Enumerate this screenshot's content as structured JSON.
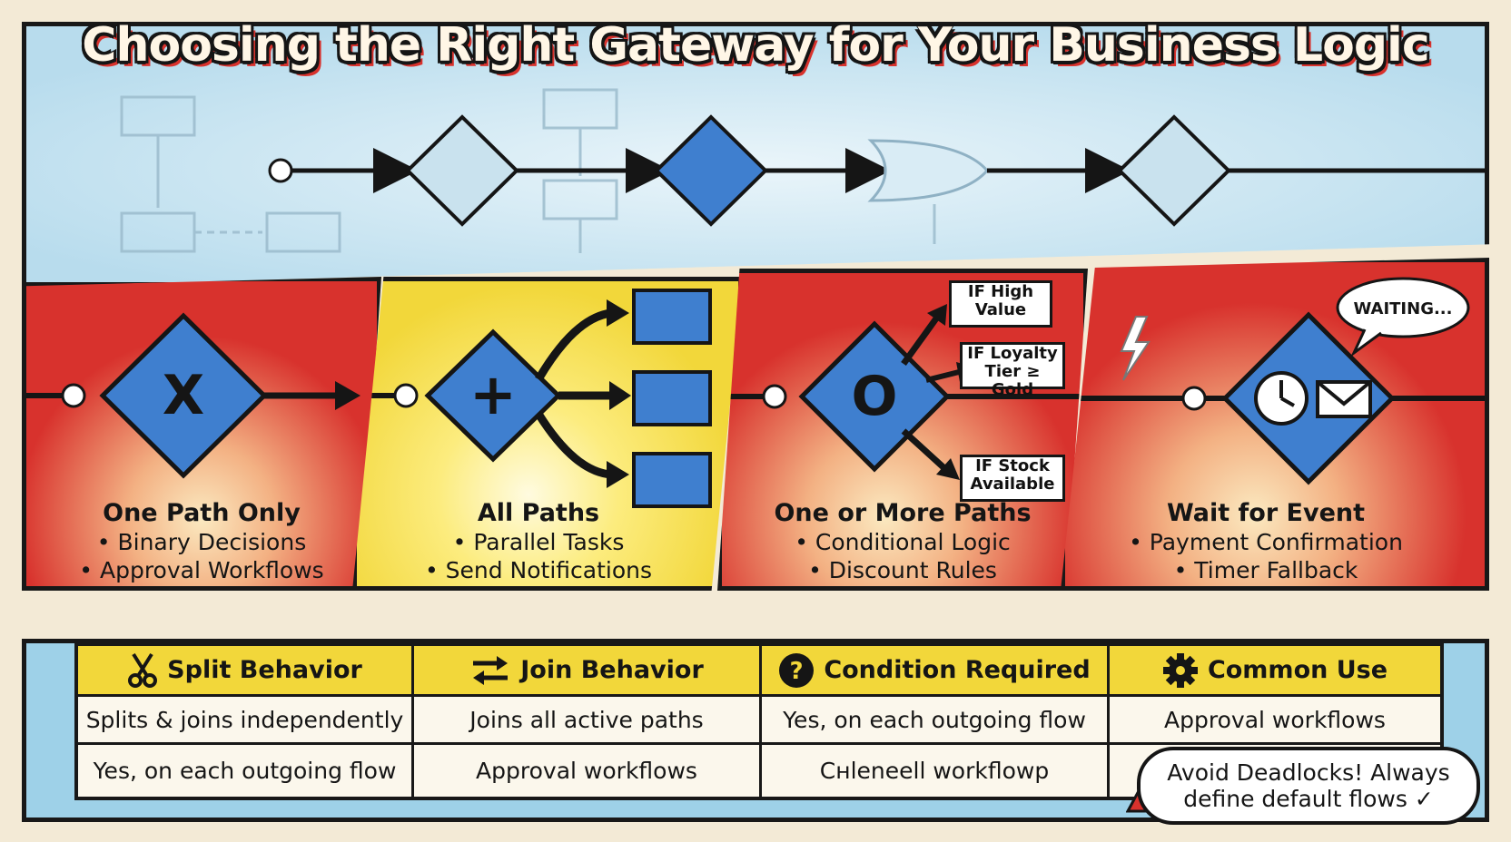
{
  "title": "Choosing the Right Gateway for Your Business Logic",
  "gateways": [
    {
      "symbol": "X",
      "heading": "One Path Only",
      "bullets": [
        "• Binary Decisions",
        "• Approval Workflows"
      ]
    },
    {
      "symbol": "+",
      "heading": "All Paths",
      "bullets": [
        "• Parallel Tasks",
        "• Send Notifications"
      ]
    },
    {
      "symbol": "O",
      "heading": "One or More Paths",
      "bullets": [
        "• Conditional Logic",
        "• Discount Rules"
      ],
      "conditions": [
        "IF High Value",
        "IF Loyalty Tier ≥ Gold",
        "IF Stock Available"
      ]
    },
    {
      "symbol": "clock-envelope",
      "heading": "Wait for Event",
      "bullets": [
        "• Payment Confirmation",
        "• Timer Fallback"
      ],
      "bubble": "WAITING..."
    }
  ],
  "table": {
    "headers": [
      "Split Behavior",
      "Join Behavior",
      "Condition Required",
      "Common Use"
    ],
    "header_icons": [
      "scissors-icon",
      "swap-arrows-icon",
      "question-icon",
      "gear-icon"
    ],
    "rows": [
      [
        "Splits & joins independently",
        "Joins all active paths",
        "Yes, on each outgoing flow",
        "Approval workflows"
      ],
      [
        "Yes, on each outgoing flow",
        "Approval workflows",
        "Cнleneell workflowp",
        ""
      ]
    ]
  },
  "warning": {
    "line1": "Avoid Deadlocks! Always",
    "line2": "define default flows ✓"
  },
  "colors": {
    "red": "#d8322d",
    "yellow": "#f2d73a",
    "blue": "#3f7fcf",
    "sky": "#cfe8f4",
    "ink": "#151515"
  }
}
